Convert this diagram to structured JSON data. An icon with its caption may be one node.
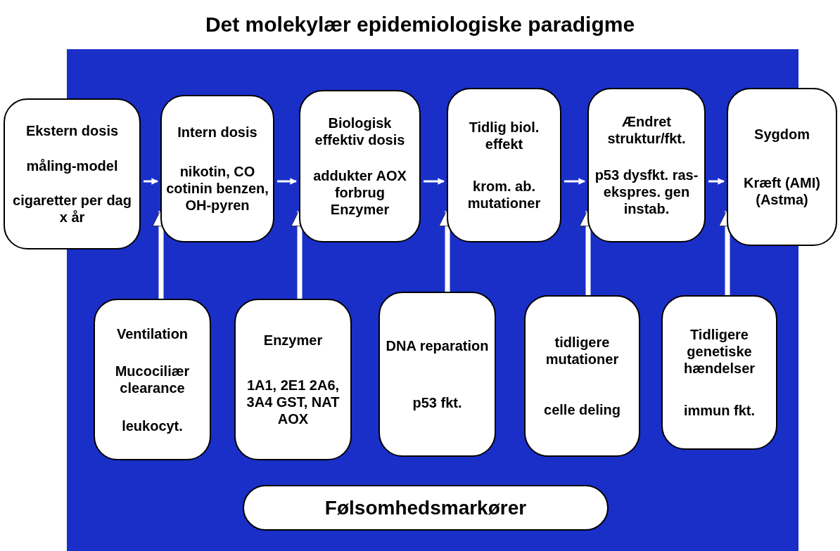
{
  "diagram": {
    "title": "Det molekylær epidemiologiske paradigme",
    "nodes": [
      {
        "text": [
          "Ekstern dosis",
          "måling-model",
          "cigaretter per dag x år"
        ]
      },
      {
        "text": [
          "Intern dosis",
          "nikotin, CO cotinin benzen, OH-pyren"
        ]
      },
      {
        "text": [
          "Biologisk effektiv dosis",
          "addukter AOX forbrug Enzymer"
        ]
      },
      {
        "text": [
          "Tidlig biol. effekt",
          "krom. ab. mutationer"
        ]
      },
      {
        "text": [
          "Ændret struktur/fkt.",
          "p53 dysfkt. ras-ekspres. gen instab."
        ]
      },
      {
        "text": [
          "Sygdom",
          "Kræft (AMI) (Astma)"
        ]
      },
      {
        "text": [
          "Ventilation",
          "Mucociliær clearance",
          "leukocyt."
        ]
      },
      {
        "text": [
          "Enzymer",
          "1A1, 2E1 2A6, 3A4 GST, NAT AOX"
        ]
      },
      {
        "text": [
          "DNA reparation",
          "p53 fkt."
        ]
      },
      {
        "text": [
          "tidligere mutationer",
          "celle deling"
        ]
      },
      {
        "text": [
          "Tidligere genetiske hændelser",
          "immun fkt."
        ]
      },
      {
        "text": [
          "Følsomhedsmarkører"
        ]
      }
    ],
    "edges": [
      {
        "from": 0,
        "to": 1,
        "arrow": "to"
      },
      {
        "from": 1,
        "to": 2,
        "arrow": "to"
      },
      {
        "from": 2,
        "to": 3,
        "arrow": "to"
      },
      {
        "from": 3,
        "to": 4,
        "arrow": "to"
      },
      {
        "from": 4,
        "to": 5,
        "arrow": "to"
      },
      {
        "from": 6,
        "to": 1,
        "arrow": "to",
        "style": "thick"
      },
      {
        "from": 7,
        "to": 2,
        "arrow": "to",
        "style": "thick"
      },
      {
        "from": 8,
        "to": 3,
        "arrow": "to",
        "style": "thick"
      },
      {
        "from": 9,
        "to": 4,
        "arrow": "to",
        "style": "thick"
      },
      {
        "from": 10,
        "to": 5,
        "arrow": "to",
        "style": "thick"
      }
    ]
  }
}
